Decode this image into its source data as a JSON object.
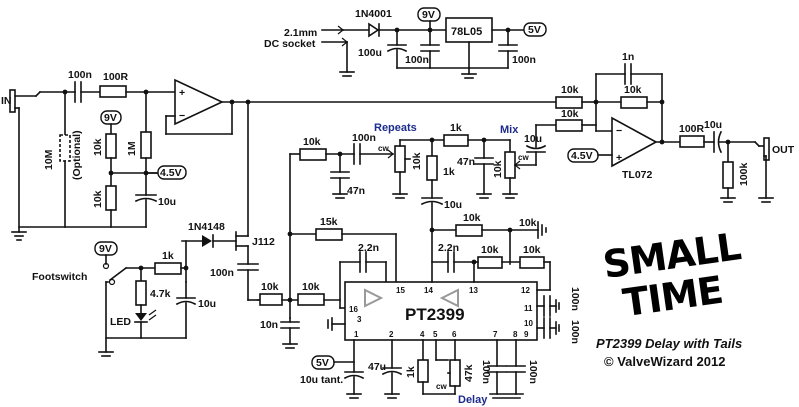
{
  "title": {
    "line1": "SMALL",
    "line2": "TIME",
    "subtitle": "PT2399 Delay with Tails",
    "credit": "© ValveWizard 2012"
  },
  "controls": {
    "repeats": "Repeats",
    "mix": "Mix",
    "delay": "Delay"
  },
  "io": {
    "input": "IN",
    "output": "OUT",
    "dc_socket_1": "2.1mm",
    "dc_socket_2": "DC socket",
    "footswitch": "Footswitch",
    "led": "LED"
  },
  "rails": {
    "v9": "9V",
    "v5": "5V",
    "v45": "4.5V"
  },
  "ics": {
    "regulator": "78L05",
    "opamp": "TL072",
    "delay_chip": "PT2399",
    "jfet": "J112",
    "diode_psu": "1N4001",
    "diode_sw": "1N4148"
  },
  "components": {
    "c_in": "100n",
    "r_in": "100R",
    "r_10m": "10M",
    "optional": "(Optional)",
    "r_bias_top": "10k",
    "r_bias_bot": "10k",
    "r_1m": "1M",
    "c_bias": "10u",
    "c_psu_in": "100u",
    "c_psu_100n_a": "100n",
    "c_psu_100n_b": "100n",
    "r_fb_in": "10k",
    "r_fb": "10k",
    "c_fb": "1n",
    "r_mix_in": "10k",
    "r_out": "100R",
    "c_out": "10u",
    "r_out_pd": "100k",
    "r_rep_in": "10k",
    "c_rep_in": "100n",
    "c_rep_gnd": "47n",
    "pot_repeats": "10k",
    "r_rep_1k": "1k",
    "r_rep_1k_v": "1k",
    "c_rep_47n": "47n",
    "pot_mix": "10k",
    "c_mix": "10u",
    "c_rep_10u": "10u",
    "r_pt_a": "10k",
    "r_15k": "15k",
    "c_22n_a": "2.2n",
    "c_22n_b": "2.2n",
    "r_pt_b": "10k",
    "r_pt_c": "10k",
    "r_jfet_gate": "1k",
    "r_led": "4.7k",
    "c_sw": "10u",
    "c_jfet": "100n",
    "r_pt_in1": "10k",
    "r_pt_in2": "10k",
    "c_pt_10n": "10n",
    "c_pt_100n_a": "100n",
    "c_pt_100n_b": "100n",
    "c_5v_tant": "10u tant.",
    "c_47u": "47u",
    "r_delay_1k": "1k",
    "pot_delay": "47k",
    "c_pin7": "100n",
    "c_pin8": "100n",
    "cw": "cw"
  },
  "pins": [
    "1",
    "2",
    "3",
    "4",
    "5",
    "6",
    "7",
    "8",
    "9",
    "10",
    "11",
    "12",
    "13",
    "14",
    "15",
    "16"
  ]
}
